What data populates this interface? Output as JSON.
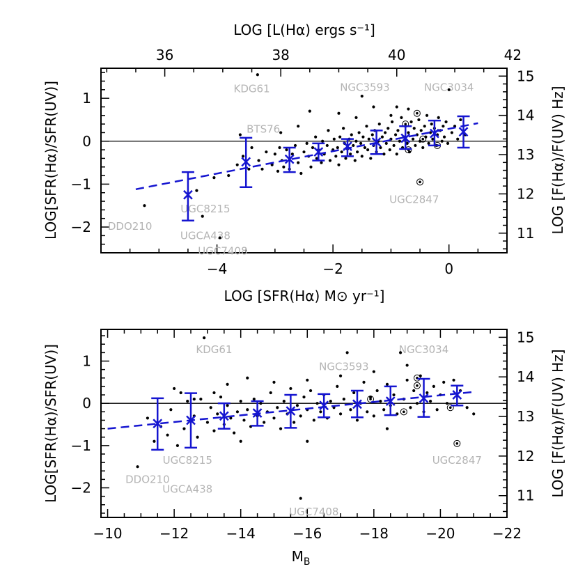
{
  "colors": {
    "points": "#000000",
    "binned": "#1515d0",
    "fit": "#1515d0",
    "galaxy_labels": "#b4b4b4"
  },
  "chart_data": [
    {
      "type": "scatter",
      "id": "top",
      "xlabel": "LOG [SFR(Hα) M⊙ yr⁻¹]",
      "ylabel": "LOG[SFR(Hα)/SFR(UV)]",
      "top_axis_label": "LOG [L(Hα) ergs s⁻¹]",
      "right_axis_label": "LOG [F(Hα)/F(UV) Hz]",
      "xlim": [
        -6.0,
        1.0
      ],
      "ylim": [
        -2.6,
        1.7
      ],
      "xticks": [
        -4,
        -2,
        0
      ],
      "yticks": [
        -2,
        -1,
        0,
        1
      ],
      "top_xlim": [
        34.9,
        41.9
      ],
      "top_ticks": [
        36,
        38,
        40,
        42
      ],
      "right_ylim": [
        10.5,
        15.2
      ],
      "right_ticks": [
        11,
        12,
        13,
        14,
        15
      ],
      "zero_line": 0,
      "fit_line": {
        "x": [
          -5.4,
          0.5
        ],
        "y": [
          -1.12,
          0.42
        ]
      },
      "binned": [
        {
          "x": -4.5,
          "y": -1.25,
          "lo": -1.85,
          "hi": -0.72
        },
        {
          "x": -3.5,
          "y": -0.48,
          "lo": -1.07,
          "hi": 0.08
        },
        {
          "x": -2.75,
          "y": -0.42,
          "lo": -0.72,
          "hi": -0.15
        },
        {
          "x": -2.25,
          "y": -0.25,
          "lo": -0.45,
          "hi": -0.05
        },
        {
          "x": -1.75,
          "y": -0.12,
          "lo": -0.35,
          "hi": 0.05
        },
        {
          "x": -1.25,
          "y": -0.02,
          "lo": -0.3,
          "hi": 0.25
        },
        {
          "x": -0.75,
          "y": 0.07,
          "lo": -0.18,
          "hi": 0.35
        },
        {
          "x": -0.25,
          "y": 0.18,
          "lo": -0.1,
          "hi": 0.48
        },
        {
          "x": 0.25,
          "y": 0.22,
          "lo": -0.15,
          "hi": 0.58
        }
      ],
      "points": [
        [
          -5.25,
          -1.5
        ],
        [
          -4.35,
          -1.15
        ],
        [
          -4.25,
          -1.75
        ],
        [
          -4.05,
          -0.85
        ],
        [
          -3.95,
          -2.25
        ],
        [
          -3.8,
          -0.8
        ],
        [
          -3.65,
          -0.55
        ],
        [
          -3.55,
          -0.35
        ],
        [
          -3.45,
          -0.65
        ],
        [
          -3.4,
          -0.15
        ],
        [
          -3.3,
          1.55
        ],
        [
          -3.28,
          -0.45
        ],
        [
          -3.22,
          -0.65
        ],
        [
          -3.15,
          -0.25
        ],
        [
          -3.05,
          -0.55
        ],
        [
          -3.0,
          -0.3
        ],
        [
          -2.95,
          -0.7
        ],
        [
          -2.92,
          -0.15
        ],
        [
          -2.88,
          -0.45
        ],
        [
          -2.85,
          -0.6
        ],
        [
          -2.8,
          -0.2
        ],
        [
          -2.75,
          -0.65
        ],
        [
          -2.7,
          -0.3
        ],
        [
          -2.65,
          -0.1
        ],
        [
          -2.6,
          -0.5
        ],
        [
          -2.55,
          -0.75
        ],
        [
          -2.5,
          -0.25
        ],
        [
          -2.45,
          -0.05
        ],
        [
          -2.42,
          -0.35
        ],
        [
          -2.38,
          -0.6
        ],
        [
          -2.35,
          -0.15
        ],
        [
          -2.3,
          0.1
        ],
        [
          -2.28,
          -0.4
        ],
        [
          -2.25,
          -0.2
        ],
        [
          -2.2,
          -0.5
        ],
        [
          -2.18,
          0.0
        ],
        [
          -2.15,
          -0.3
        ],
        [
          -2.1,
          -0.1
        ],
        [
          -2.08,
          0.25
        ],
        [
          -2.05,
          -0.45
        ],
        [
          -2.0,
          -0.2
        ],
        [
          -1.98,
          0.05
        ],
        [
          -1.95,
          -0.35
        ],
        [
          -1.92,
          -0.15
        ],
        [
          -1.9,
          -0.55
        ],
        [
          -1.88,
          0.1
        ],
        [
          -1.85,
          -0.25
        ],
        [
          -1.82,
          0.3
        ],
        [
          -1.8,
          -0.05
        ],
        [
          -1.78,
          -0.4
        ],
        [
          -1.75,
          -0.18
        ],
        [
          -1.72,
          0.05
        ],
        [
          -1.7,
          -0.3
        ],
        [
          -1.68,
          0.15
        ],
        [
          -1.65,
          -0.1
        ],
        [
          -1.62,
          -0.45
        ],
        [
          -1.6,
          0.0
        ],
        [
          -1.58,
          -0.25
        ],
        [
          -1.55,
          0.2
        ],
        [
          -1.52,
          -0.05
        ],
        [
          -1.5,
          -0.35
        ],
        [
          -1.48,
          0.1
        ],
        [
          -1.45,
          -0.15
        ],
        [
          -1.42,
          0.35
        ],
        [
          -1.4,
          -0.2
        ],
        [
          -1.38,
          0.05
        ],
        [
          -1.35,
          -0.4
        ],
        [
          -1.32,
          0.15
        ],
        [
          -1.3,
          -0.1
        ],
        [
          -1.28,
          0.25
        ],
        [
          -1.25,
          -0.25
        ],
        [
          -1.22,
          0.0
        ],
        [
          -1.2,
          0.4
        ],
        [
          -1.18,
          -0.15
        ],
        [
          -1.15,
          0.1
        ],
        [
          -1.12,
          -0.3
        ],
        [
          -1.1,
          0.2
        ],
        [
          -1.08,
          -0.05
        ],
        [
          -1.05,
          0.3
        ],
        [
          -1.02,
          -0.2
        ],
        [
          -1.0,
          0.05
        ],
        [
          -0.98,
          0.45
        ],
        [
          -0.95,
          -0.1
        ],
        [
          -0.92,
          0.15
        ],
        [
          -0.9,
          -0.3
        ],
        [
          -0.88,
          0.25
        ],
        [
          -0.85,
          0.0
        ],
        [
          -0.82,
          0.55
        ],
        [
          -0.8,
          -0.15
        ],
        [
          -0.78,
          0.1
        ],
        [
          -0.75,
          0.35
        ],
        [
          -0.72,
          -0.05
        ],
        [
          -0.7,
          0.2
        ],
        [
          -0.68,
          -0.25
        ],
        [
          -0.65,
          0.45
        ],
        [
          -0.62,
          0.05
        ],
        [
          -0.6,
          0.3
        ],
        [
          -0.58,
          -0.1
        ],
        [
          -0.55,
          0.15
        ],
        [
          -0.52,
          0.5
        ],
        [
          -0.5,
          0.0
        ],
        [
          -0.48,
          0.25
        ],
        [
          -0.45,
          -0.15
        ],
        [
          -0.42,
          0.35
        ],
        [
          -0.4,
          0.1
        ],
        [
          -0.38,
          0.6
        ],
        [
          -0.35,
          -0.05
        ],
        [
          -0.32,
          0.2
        ],
        [
          -0.3,
          0.4
        ],
        [
          -0.28,
          0.05
        ],
        [
          -0.25,
          0.3
        ],
        [
          -0.22,
          -0.1
        ],
        [
          -0.2,
          0.15
        ],
        [
          -0.18,
          0.55
        ],
        [
          -0.15,
          0.25
        ],
        [
          -0.12,
          0.0
        ],
        [
          -0.1,
          0.35
        ],
        [
          -0.08,
          0.1
        ],
        [
          -0.05,
          0.45
        ],
        [
          -0.02,
          -0.05
        ],
        [
          0.0,
          1.2
        ],
        [
          0.05,
          0.2
        ],
        [
          0.1,
          0.35
        ],
        [
          0.15,
          0.05
        ],
        [
          0.2,
          0.5
        ],
        [
          0.28,
          0.15
        ],
        [
          -2.4,
          0.7
        ],
        [
          -1.6,
          0.55
        ],
        [
          -1.0,
          0.6
        ],
        [
          -0.7,
          0.75
        ],
        [
          -1.3,
          0.8
        ],
        [
          -1.5,
          1.05
        ],
        [
          -2.9,
          0.2
        ],
        [
          -3.6,
          0.15
        ],
        [
          -2.6,
          0.35
        ],
        [
          -1.9,
          0.65
        ],
        [
          -0.9,
          0.8
        ]
      ],
      "circled": [
        [
          -0.55,
          0.65
        ],
        [
          -0.75,
          0.4
        ],
        [
          -0.45,
          0.05
        ],
        [
          -0.7,
          -0.2
        ],
        [
          -0.2,
          -0.1
        ],
        [
          -0.5,
          -0.95
        ]
      ],
      "labels": [
        {
          "text": "KDG61",
          "x": -3.4,
          "y": 1.22
        },
        {
          "text": "NGC3593",
          "x": -1.45,
          "y": 1.25
        },
        {
          "text": "NGC3034",
          "x": 0.0,
          "y": 1.25
        },
        {
          "text": "BTS76",
          "x": -3.2,
          "y": 0.28
        },
        {
          "text": "UGC2847",
          "x": -0.6,
          "y": -1.36
        },
        {
          "text": "UGC8215",
          "x": -4.2,
          "y": -1.58
        },
        {
          "text": "DDO210",
          "x": -5.5,
          "y": -1.98
        },
        {
          "text": "UGCA438",
          "x": -4.2,
          "y": -2.2
        },
        {
          "text": "UGC7408",
          "x": -3.9,
          "y": -2.56
        }
      ]
    },
    {
      "type": "scatter",
      "id": "bottom",
      "xlabel": "M",
      "xlabel_sub": "B",
      "ylabel": "LOG[SFR(Hα)/SFR(UV)]",
      "right_axis_label": "LOG [F(Hα)/F(UV) Hz]",
      "xlim": [
        -9.8,
        -22.0
      ],
      "ylim": [
        -2.7,
        1.75
      ],
      "xticks": [
        -10,
        -12,
        -14,
        -16,
        -18,
        -20,
        -22
      ],
      "yticks": [
        -2,
        -1,
        0,
        1
      ],
      "right_ylim": [
        10.45,
        15.2
      ],
      "right_ticks": [
        11,
        12,
        13,
        14,
        15
      ],
      "zero_line": 0,
      "fit_line": {
        "x": [
          -10.0,
          -21.0
        ],
        "y": [
          -0.6,
          0.27
        ]
      },
      "binned": [
        {
          "x": -11.5,
          "y": -0.48,
          "lo": -1.1,
          "hi": 0.12
        },
        {
          "x": -12.5,
          "y": -0.4,
          "lo": -1.05,
          "hi": 0.24
        },
        {
          "x": -13.5,
          "y": -0.3,
          "lo": -0.6,
          "hi": 0.0
        },
        {
          "x": -14.5,
          "y": -0.23,
          "lo": -0.53,
          "hi": 0.05
        },
        {
          "x": -15.5,
          "y": -0.18,
          "lo": -0.58,
          "hi": 0.2
        },
        {
          "x": -16.5,
          "y": -0.05,
          "lo": -0.33,
          "hi": 0.22
        },
        {
          "x": -17.5,
          "y": -0.02,
          "lo": -0.33,
          "hi": 0.3
        },
        {
          "x": -18.5,
          "y": 0.05,
          "lo": -0.28,
          "hi": 0.4
        },
        {
          "x": -19.5,
          "y": 0.12,
          "lo": -0.32,
          "hi": 0.58
        },
        {
          "x": -20.5,
          "y": 0.2,
          "lo": -0.05,
          "hi": 0.42
        }
      ],
      "points": [
        [
          -10.9,
          -1.5
        ],
        [
          -11.2,
          -0.35
        ],
        [
          -11.4,
          -0.9
        ],
        [
          -11.6,
          -0.55
        ],
        [
          -11.9,
          -0.15
        ],
        [
          -12.0,
          0.35
        ],
        [
          -12.1,
          -1.0
        ],
        [
          -12.2,
          0.25
        ],
        [
          -12.3,
          -0.6
        ],
        [
          -12.4,
          0.05
        ],
        [
          -12.6,
          -0.3
        ],
        [
          -12.7,
          -0.8
        ],
        [
          -12.8,
          0.1
        ],
        [
          -12.9,
          1.55
        ],
        [
          -13.0,
          -0.45
        ],
        [
          -13.1,
          -0.1
        ],
        [
          -13.2,
          -0.65
        ],
        [
          -13.3,
          -0.25
        ],
        [
          -13.4,
          0.15
        ],
        [
          -13.5,
          -0.5
        ],
        [
          -13.6,
          -0.05
        ],
        [
          -13.7,
          -0.35
        ],
        [
          -13.8,
          -0.7
        ],
        [
          -13.9,
          -0.2
        ],
        [
          -14.0,
          0.05
        ],
        [
          -14.1,
          -0.4
        ],
        [
          -14.2,
          -0.15
        ],
        [
          -14.3,
          -0.55
        ],
        [
          -14.4,
          0.1
        ],
        [
          -14.5,
          -0.3
        ],
        [
          -14.6,
          0.0
        ],
        [
          -14.7,
          -0.45
        ],
        [
          -14.8,
          -0.2
        ],
        [
          -14.9,
          0.25
        ],
        [
          -15.0,
          -0.35
        ],
        [
          -15.1,
          -0.1
        ],
        [
          -15.2,
          -0.6
        ],
        [
          -15.3,
          0.05
        ],
        [
          -15.4,
          -0.25
        ],
        [
          -15.5,
          0.35
        ],
        [
          -15.6,
          -0.45
        ],
        [
          -15.7,
          -0.05
        ],
        [
          -15.8,
          -0.3
        ],
        [
          -15.9,
          0.15
        ],
        [
          -16.0,
          -0.15
        ],
        [
          -16.1,
          0.3
        ],
        [
          -16.2,
          -0.4
        ],
        [
          -16.3,
          0.0
        ],
        [
          -16.4,
          -0.2
        ],
        [
          -16.5,
          0.2
        ],
        [
          -16.6,
          -0.35
        ],
        [
          -16.7,
          0.05
        ],
        [
          -16.8,
          -0.1
        ],
        [
          -16.9,
          0.4
        ],
        [
          -17.0,
          -0.25
        ],
        [
          -17.1,
          0.1
        ],
        [
          -17.2,
          1.2
        ],
        [
          -17.3,
          -0.15
        ],
        [
          -17.4,
          0.25
        ],
        [
          -17.5,
          -0.4
        ],
        [
          -17.6,
          0.0
        ],
        [
          -17.7,
          0.5
        ],
        [
          -17.8,
          -0.2
        ],
        [
          -17.9,
          0.15
        ],
        [
          -18.0,
          -0.3
        ],
        [
          -18.1,
          0.3
        ],
        [
          -18.2,
          0.05
        ],
        [
          -18.3,
          -0.15
        ],
        [
          -18.4,
          0.45
        ],
        [
          -18.5,
          -0.05
        ],
        [
          -18.6,
          0.2
        ],
        [
          -18.7,
          -0.25
        ],
        [
          -18.8,
          1.2
        ],
        [
          -18.9,
          0.1
        ],
        [
          -19.0,
          0.55
        ],
        [
          -19.1,
          -0.1
        ],
        [
          -19.2,
          0.3
        ],
        [
          -19.3,
          0.0
        ],
        [
          -19.4,
          0.65
        ],
        [
          -19.5,
          -0.2
        ],
        [
          -19.6,
          0.25
        ],
        [
          -19.7,
          0.05
        ],
        [
          -19.8,
          0.4
        ],
        [
          -19.9,
          -0.15
        ],
        [
          -20.0,
          0.2
        ],
        [
          -20.1,
          0.5
        ],
        [
          -20.2,
          0.0
        ],
        [
          -20.6,
          0.3
        ],
        [
          -20.8,
          -0.1
        ],
        [
          -21.0,
          -0.25
        ],
        [
          -13.6,
          0.45
        ],
        [
          -14.2,
          0.6
        ],
        [
          -15.0,
          0.5
        ],
        [
          -16.0,
          0.55
        ],
        [
          -17.0,
          0.65
        ],
        [
          -18.0,
          0.75
        ],
        [
          -12.6,
          0.1
        ],
        [
          -13.2,
          0.25
        ],
        [
          -11.8,
          -0.75
        ],
        [
          -14.0,
          -0.9
        ],
        [
          -16.0,
          -0.9
        ],
        [
          -18.4,
          -0.6
        ],
        [
          -20.4,
          0.55
        ],
        [
          -19.0,
          0.9
        ],
        [
          -15.8,
          -2.25
        ]
      ],
      "circled": [
        [
          -19.3,
          0.42
        ],
        [
          -19.3,
          0.6
        ],
        [
          -17.9,
          0.1
        ],
        [
          -18.9,
          -0.2
        ],
        [
          -20.3,
          -0.1
        ],
        [
          -20.5,
          -0.95
        ]
      ],
      "labels": [
        {
          "text": "KDG61",
          "x": -13.2,
          "y": 1.27
        },
        {
          "text": "NGC3034",
          "x": -19.5,
          "y": 1.27
        },
        {
          "text": "NGC3593",
          "x": -17.1,
          "y": 0.87
        },
        {
          "text": "UGC2847",
          "x": -20.5,
          "y": -1.35
        },
        {
          "text": "UGC8215",
          "x": -12.4,
          "y": -1.35
        },
        {
          "text": "DDO210",
          "x": -11.2,
          "y": -1.8
        },
        {
          "text": "UGCA438",
          "x": -12.4,
          "y": -2.03
        },
        {
          "text": "UGC7408",
          "x": -16.2,
          "y": -2.57
        }
      ]
    }
  ]
}
